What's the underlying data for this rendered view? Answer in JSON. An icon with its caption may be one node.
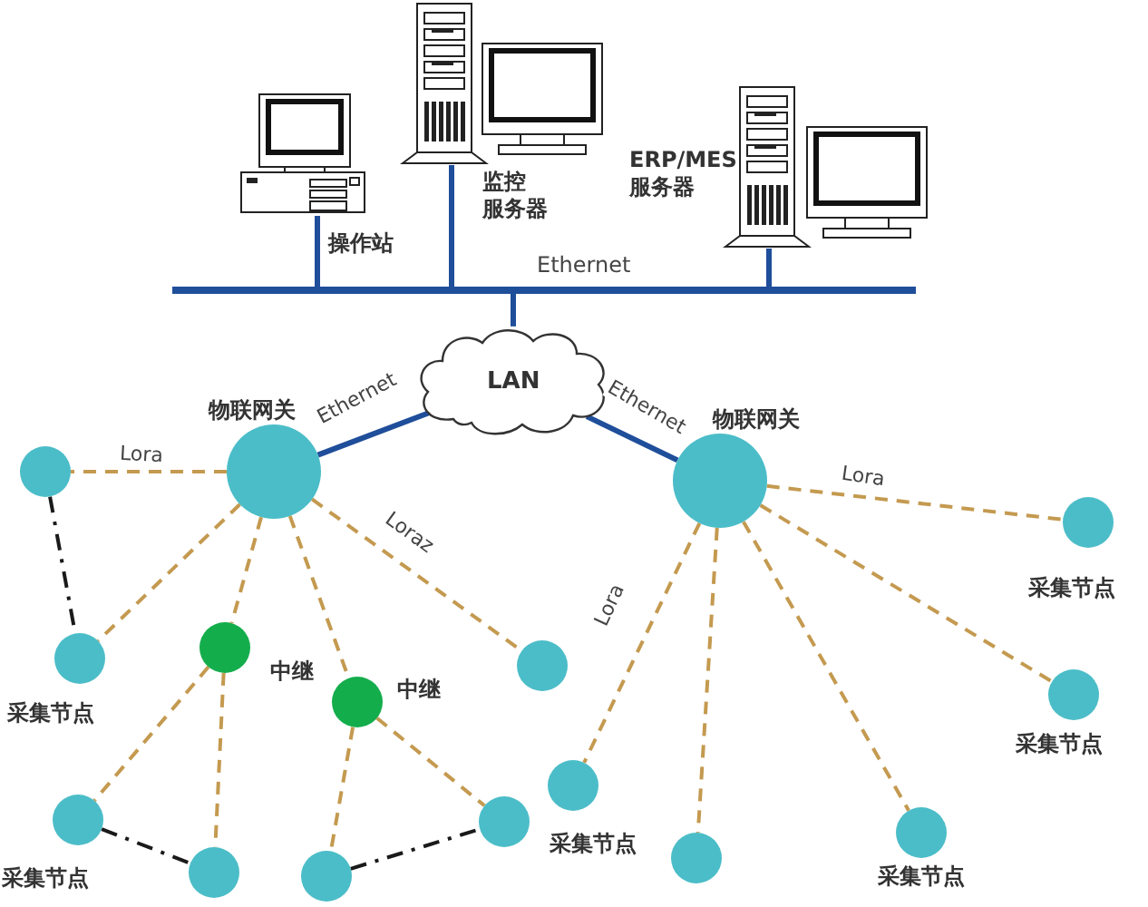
{
  "diagram": {
    "nodes": [
      {
        "text": [
          "操作站"
        ]
      },
      {
        "text": [
          "监控服务器"
        ]
      },
      {
        "text": [
          "ERP/MES 服务器"
        ]
      },
      {
        "text": [
          "Ethernet"
        ]
      },
      {
        "text": [
          "LAN"
        ]
      },
      {
        "text": [
          "物联网关"
        ]
      },
      {
        "text": [
          "物联网关"
        ]
      },
      {
        "text": [],
        "shape": "circle"
      },
      {
        "text": [
          "中继"
        ]
      },
      {
        "text": [
          "中继"
        ]
      },
      {
        "text": [
          "采集节点"
        ]
      },
      {
        "text": [],
        "shape": "circle"
      },
      {
        "text": [
          "采集节点"
        ]
      },
      {
        "text": [],
        "shape": "circle"
      },
      {
        "text": [],
        "shape": "circle"
      },
      {
        "text": [],
        "shape": "circle"
      },
      {
        "text": [
          "采集节点"
        ]
      },
      {
        "text": [
          "采集节点"
        ]
      },
      {
        "text": [
          "采集节点"
        ]
      },
      {
        "text": [],
        "shape": "circle"
      },
      {
        "text": [
          "采集节点"
        ]
      }
    ],
    "edges": [
      {
        "from": 0,
        "to": 3,
        "arrow": "none",
        "color": "#1f4e9a"
      },
      {
        "from": 1,
        "to": 3,
        "arrow": "none",
        "color": "#1f4e9a"
      },
      {
        "from": 2,
        "to": 3,
        "arrow": "none",
        "color": "#1f4e9a"
      },
      {
        "from": 3,
        "to": 4,
        "arrow": "none",
        "color": "#1f4e9a"
      },
      {
        "from": 4,
        "to": 5,
        "arrow": "none",
        "label": "Ethernet",
        "color": "#1f4e9a"
      },
      {
        "from": 4,
        "to": 6,
        "arrow": "none",
        "label": "Ethernet",
        "color": "#1f4e9a"
      },
      {
        "from": 5,
        "to": 7,
        "arrow": "none",
        "label": "Lora",
        "style": "dashed"
      },
      {
        "from": 5,
        "to": 10,
        "arrow": "none",
        "style": "dashed"
      },
      {
        "from": 5,
        "to": 8,
        "arrow": "none",
        "style": "dashed"
      },
      {
        "from": 5,
        "to": 9,
        "arrow": "none",
        "style": "dashed"
      },
      {
        "from": 5,
        "to": 11,
        "arrow": "none",
        "label": "Loraz",
        "style": "dashed"
      },
      {
        "from": 7,
        "to": 10,
        "arrow": "none",
        "style": "dashed",
        "color": "#1a1a1a"
      },
      {
        "from": 8,
        "to": 12,
        "arrow": "none",
        "style": "dashed"
      },
      {
        "from": 8,
        "to": 13,
        "arrow": "none",
        "style": "dashed"
      },
      {
        "from": 9,
        "to": 14,
        "arrow": "none",
        "style": "dashed"
      },
      {
        "from": 9,
        "to": 15,
        "arrow": "none",
        "style": "dashed"
      },
      {
        "from": 12,
        "to": 13,
        "arrow": "none",
        "style": "dashed",
        "color": "#1a1a1a"
      },
      {
        "from": 14,
        "to": 15,
        "arrow": "none",
        "style": "dashed",
        "color": "#1a1a1a"
      },
      {
        "from": 6,
        "to": 16,
        "arrow": "none",
        "label": "Lora",
        "style": "dashed"
      },
      {
        "from": 6,
        "to": 17,
        "arrow": "none",
        "style": "dashed"
      },
      {
        "from": 6,
        "to": 20,
        "arrow": "none",
        "style": "dashed"
      },
      {
        "from": 6,
        "to": 19,
        "arrow": "none",
        "style": "dashed"
      },
      {
        "from": 6,
        "to": 18,
        "arrow": "none",
        "label": "Lora",
        "style": "dashed"
      }
    ]
  }
}
